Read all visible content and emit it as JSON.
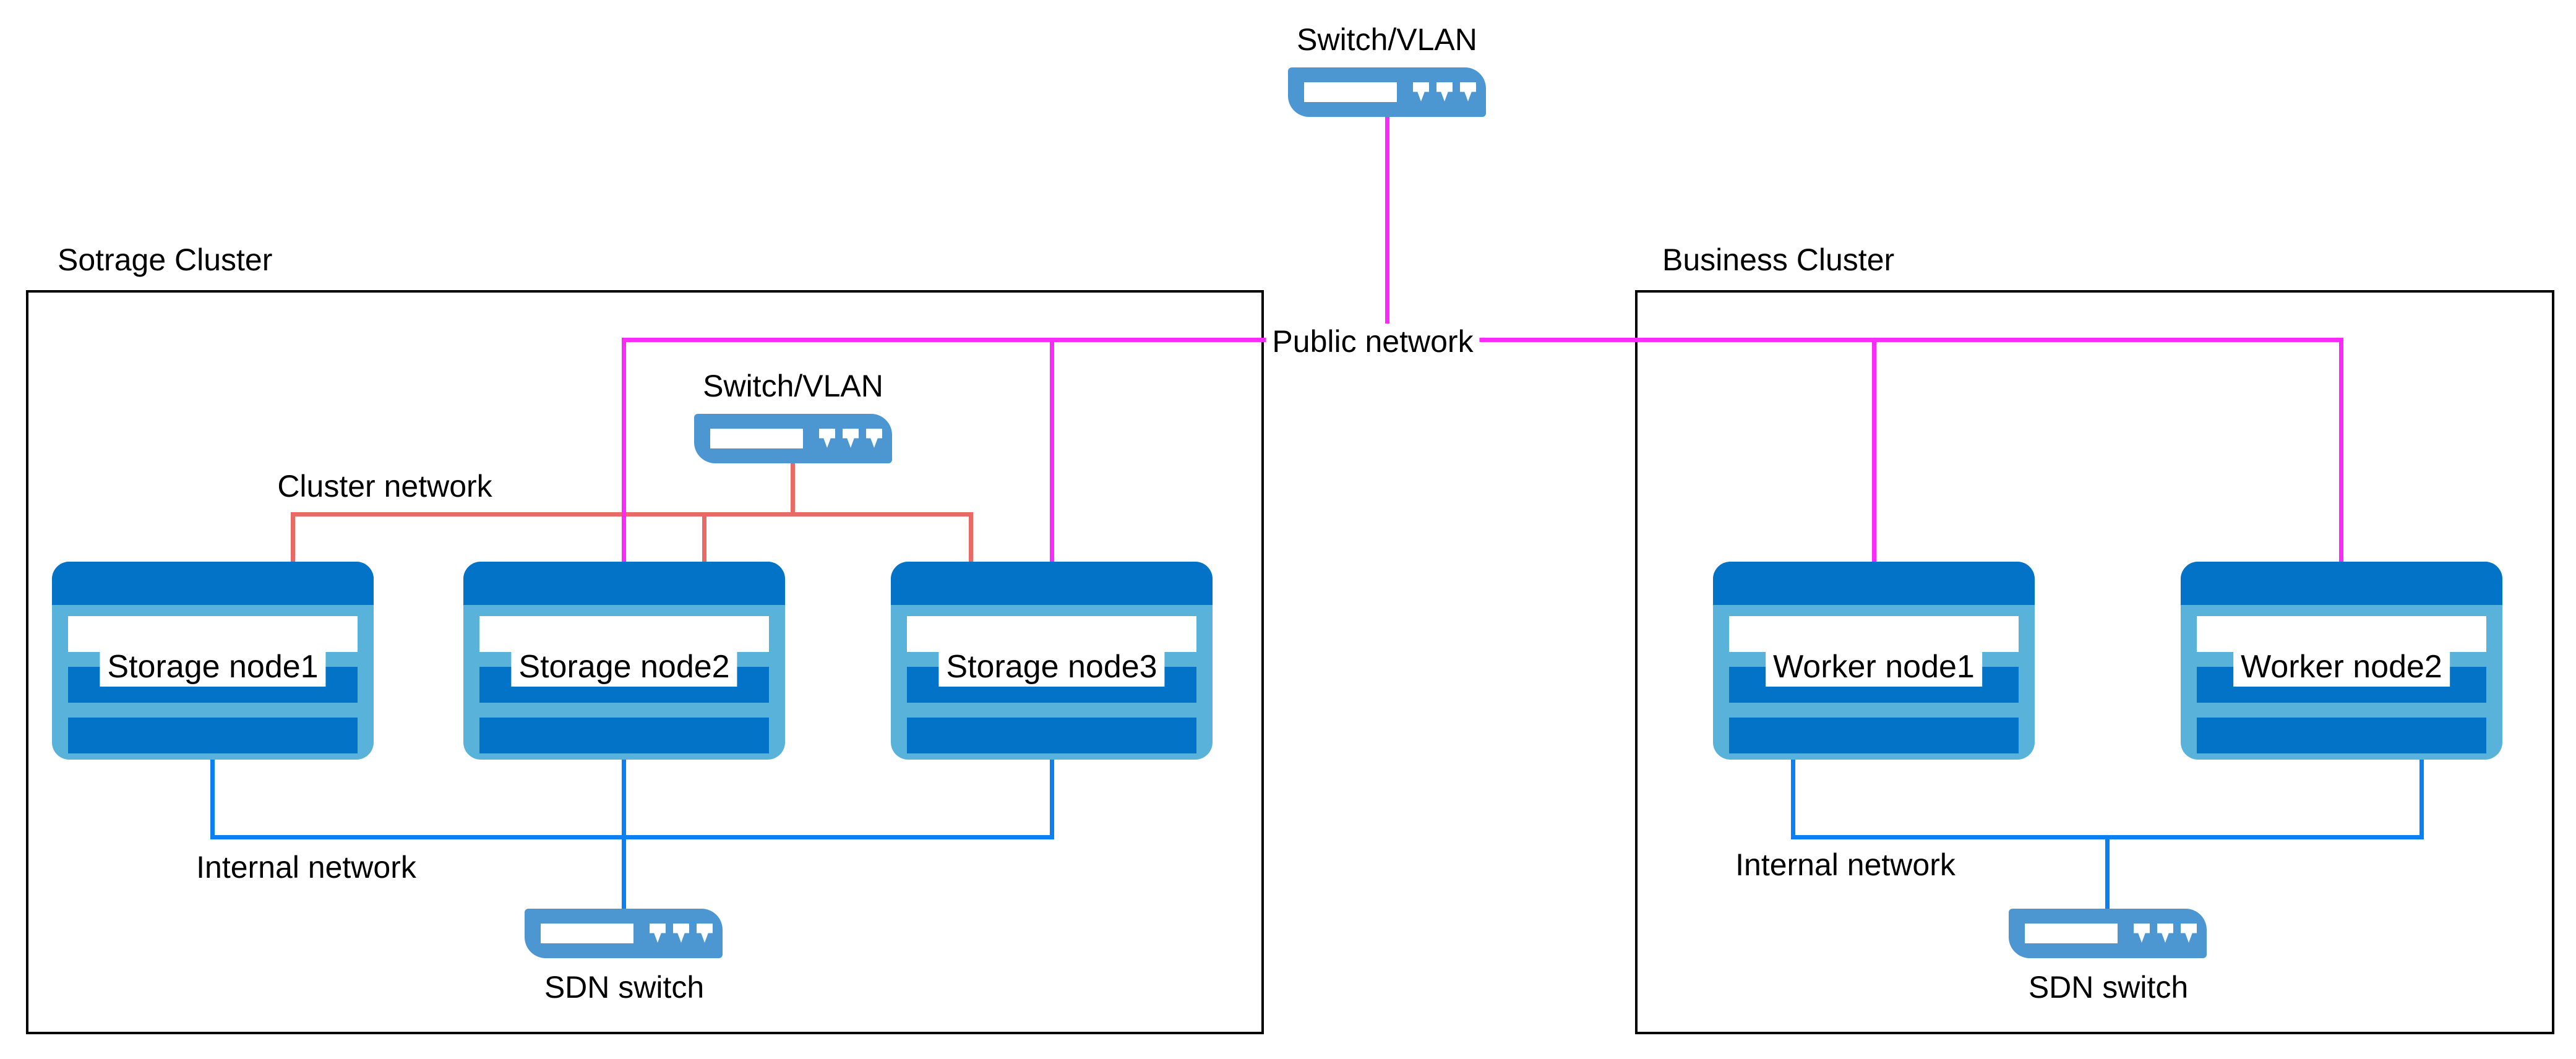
{
  "colors": {
    "switch_body": "#4C97D2",
    "node_body": "#59B2D9",
    "node_dark": "#0273C7",
    "line_public": "#FA2BFA",
    "line_cluster": "#E96A64",
    "line_internal": "#0A80F2",
    "box_border": "#000000"
  },
  "top": {
    "switch_label": "Switch/VLAN",
    "public_network": "Public network"
  },
  "storage_cluster": {
    "title": "Sotrage Cluster",
    "switch_label": "Switch/VLAN",
    "cluster_network": "Cluster network",
    "internal_network": "Internal network",
    "sdn_switch": "SDN switch",
    "node1": "Storage node1",
    "node2": "Storage node2",
    "node3": "Storage node3"
  },
  "business_cluster": {
    "title": "Business Cluster",
    "internal_network": "Internal network",
    "sdn_switch": "SDN switch",
    "node1": "Worker node1",
    "node2": "Worker node2"
  }
}
